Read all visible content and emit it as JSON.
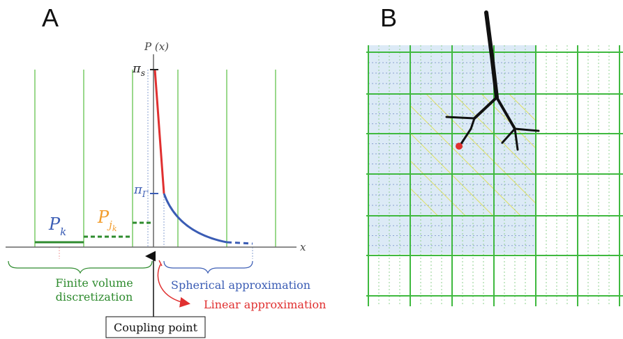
{
  "panel_a": {
    "label": "A",
    "y_axis_label": "P (x)",
    "x_axis_label": "x",
    "pi_s": "π",
    "pi_s_sub": "s",
    "pi_gamma": "π",
    "pi_gamma_sub": "Γ",
    "p_k": "P",
    "p_k_sub": "k",
    "p_jk": "P",
    "p_jk_sub": "j",
    "p_jk_subsub": "k",
    "finite_volume_line1": "Finite volume",
    "finite_volume_line2": "discretization",
    "spherical": "Spherical approximation",
    "linear": "Linear approximation",
    "coupling_point": "Coupling point"
  },
  "panel_b": {
    "label": "B"
  },
  "colors": {
    "grid_green": "#7fcf6f",
    "dark_green": "#2e8b2e",
    "spherical_blue": "#3a5cb4",
    "linear_red": "#e03030",
    "orange": "#f29c2b",
    "highlight_blue": "#dceaf6",
    "hatch_yellow": "#e0e060",
    "root_black": "#111111",
    "point_red": "#e03030"
  }
}
